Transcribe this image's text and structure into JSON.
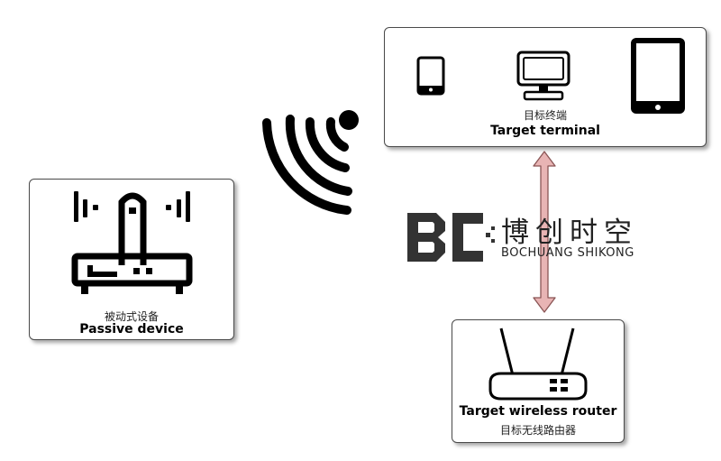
{
  "passive_device": {
    "label_cn": "被动式设备",
    "label_en": "Passive device",
    "icon": "passive-router-icon"
  },
  "target_terminal": {
    "label_cn": "目标终端",
    "label_en": "Target terminal",
    "icons": [
      "smartphone-icon",
      "desktop-monitor-icon",
      "tablet-icon"
    ]
  },
  "target_router": {
    "label_en": "Target wireless router",
    "label_cn": "目标无线路由器",
    "icon": "wireless-router-icon"
  },
  "wifi_signal": {
    "icon": "wifi-signal-icon"
  },
  "link": {
    "icon": "double-arrow-icon",
    "color": "#e8b4b4"
  },
  "watermark": {
    "logo_letters": "BC",
    "name_cn": "博创时空",
    "name_en": "BOCHUANG SHIKONG"
  }
}
